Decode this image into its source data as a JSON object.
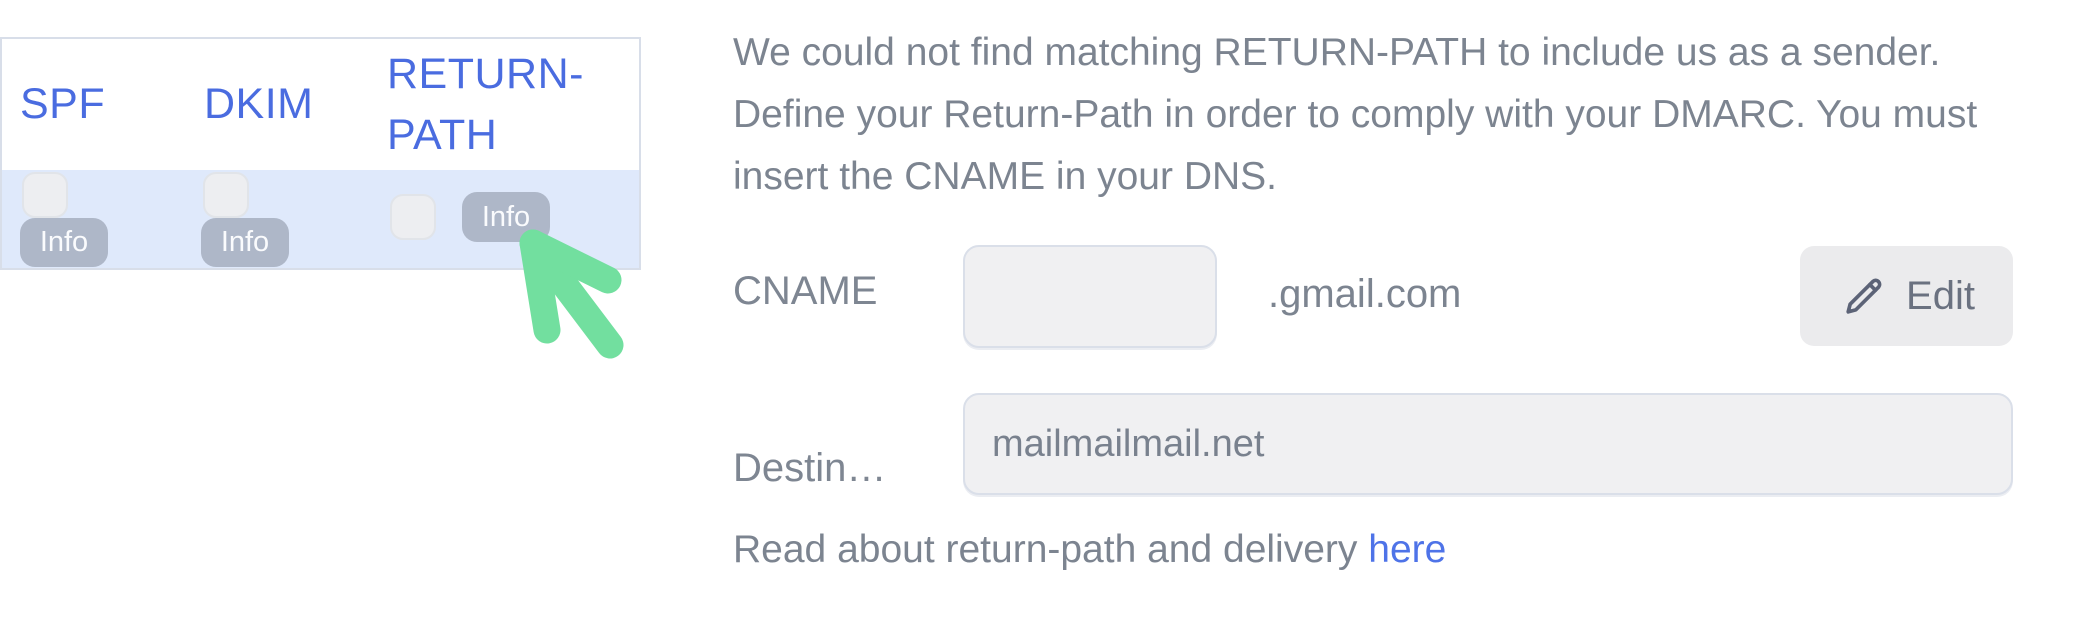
{
  "table": {
    "columns": [
      {
        "label": "SPF",
        "info_label": "Info"
      },
      {
        "label": "DKIM",
        "info_label": "Info"
      },
      {
        "label": "RETURN-PATH",
        "info_label": "Info"
      }
    ]
  },
  "panel": {
    "description": {
      "line1": "We could not find matching RETURN-PATH to include us as a sender.",
      "line2": "Define your Return-Path in order to comply with your DMARC. You must",
      "line3": "insert the CNAME in your DNS."
    },
    "cname": {
      "label": "CNAME",
      "value": "",
      "suffix": ".gmail.com",
      "edit_label": "Edit"
    },
    "destination": {
      "label": "Destin…",
      "value": "mailmailmail.net"
    },
    "footer": {
      "text": "Read about return-path and delivery ",
      "link_label": "here"
    }
  },
  "colors": {
    "header_blue": "#4A6CE0",
    "row_background": "#DFE9FB",
    "info_button_gray": "#AEB7C8",
    "cursor_arrow_green": "#72DF9F",
    "body_text_gray": "#7C8490",
    "input_background": "#F0F0F2",
    "link_blue": "#4E73E8"
  }
}
